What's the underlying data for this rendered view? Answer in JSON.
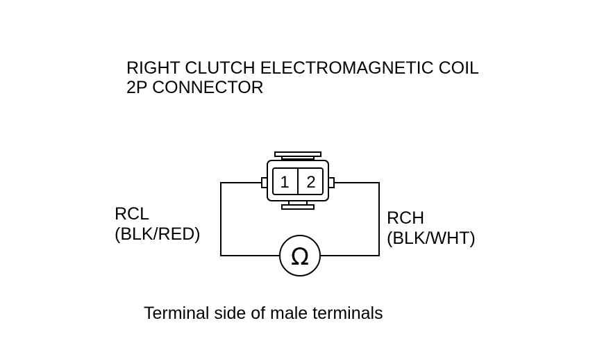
{
  "title": {
    "line1": "RIGHT CLUTCH ELECTROMAGNETIC COIL",
    "line2": "2P CONNECTOR"
  },
  "connector": {
    "pins": [
      "1",
      "2"
    ]
  },
  "wires": {
    "left": {
      "name": "RCL",
      "color": "(BLK/RED)"
    },
    "right": {
      "name": "RCH",
      "color": "(BLK/WHT)"
    }
  },
  "meter": {
    "symbol": "Ω",
    "icon": "ohmmeter-icon"
  },
  "caption": "Terminal side of male terminals"
}
